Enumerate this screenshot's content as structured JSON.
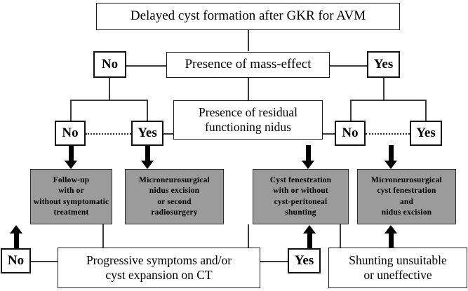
{
  "diagram": {
    "title_node": {
      "label": "Delayed cyst formation after GKR for AVM"
    },
    "level1": {
      "question": "Presence of mass-effect",
      "left_branch": "No",
      "right_branch": "Yes"
    },
    "level2": {
      "question_line1": "Presence of residual",
      "question_line2": "functioning nidus",
      "left_no": "No",
      "left_yes": "Yes",
      "right_no": "No",
      "right_yes": "Yes"
    },
    "outcomes": [
      {
        "id": "follow-up",
        "line1": "Follow-up",
        "line2": "with or",
        "line3": "without symptomatic",
        "line4": "treatment"
      },
      {
        "id": "nidus-excision",
        "line1": "Microneurosurgical",
        "line2": "nidus excision",
        "line3": "or second",
        "line4": "radiosurgery"
      },
      {
        "id": "cyst-fenestration",
        "line1": "Cyst fenestration",
        "line2": "with or without",
        "line3": "cyst-peritoneal",
        "line4": "shunting"
      },
      {
        "id": "cyst-fenestration-nidus",
        "line1": "Microneurosurgical",
        "line2": "cyst fenestration",
        "line3": "and",
        "line4": "nidus excision"
      }
    ],
    "bottom": {
      "left_no": "No",
      "progression_line1": "Progressive symptoms and/or",
      "progression_line2": "cyst expansion on CT",
      "right_yes": "Yes",
      "shunting_line1": "Shunting unsuitable",
      "shunting_line2": "or uneffective"
    },
    "colors": {
      "outcome_fill": "#9b9b9b",
      "line": "#3a3a3a",
      "text": "#000000"
    }
  }
}
